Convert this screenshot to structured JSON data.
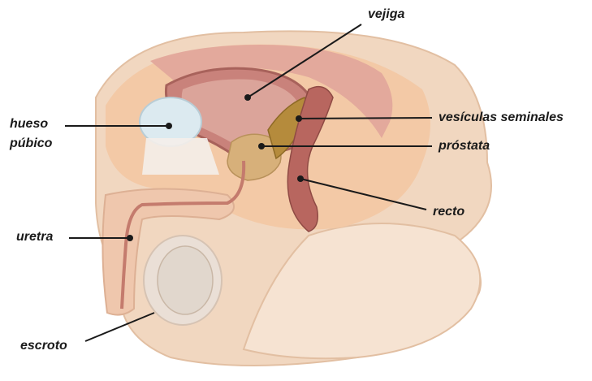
{
  "labels": {
    "vejiga": "vejiga",
    "vesiculas": "vesículas seminales",
    "prostata": "próstata",
    "hueso_line1": "hueso",
    "hueso_line2": "púbico",
    "uretra": "uretra",
    "recto": "recto",
    "escroto": "escroto"
  },
  "colors": {
    "skin": "#f1d7c0",
    "skin_shadow": "#e2bfa2",
    "fat_layer": "#f3c9a6",
    "bladder_wall": "#c9827b",
    "bladder_inner": "#dba49a",
    "bone": "#dceaf0",
    "prostate": "#d7b07a",
    "seminal": "#b58b3c",
    "rectum": "#b8665f",
    "leader_line": "#1a1a1a"
  }
}
